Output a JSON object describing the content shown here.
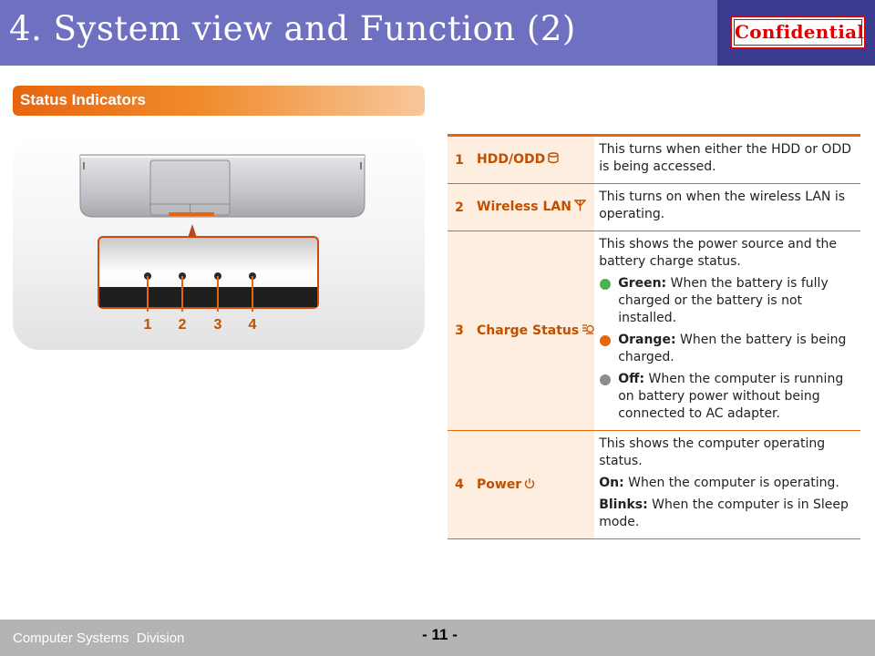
{
  "header": {
    "title": "4. System view and Function (2)",
    "confidential_label": "Confidential"
  },
  "section": {
    "title": "Status Indicators"
  },
  "illustration": {
    "callout_numbers": [
      "1",
      "2",
      "3",
      "4"
    ]
  },
  "indicators": [
    {
      "num": "1",
      "name": "HDD/ODD",
      "icon": "hdd-icon",
      "description": "This turns when either the HDD or ODD is being accessed."
    },
    {
      "num": "2",
      "name": "Wireless LAN",
      "icon": "wireless-antenna-icon",
      "description": "This turns on when the wireless LAN is operating."
    },
    {
      "num": "3",
      "name": "Charge Status",
      "icon": "battery-charge-icon",
      "description": "This shows the power source and the battery charge status.",
      "states": [
        {
          "color_name": "Green:",
          "color": "#4caf50",
          "text": "When the battery is fully charged or the battery is not installed."
        },
        {
          "color_name": "Orange:",
          "color": "#e8650e",
          "text": "When the battery is being charged."
        },
        {
          "color_name": "Off:",
          "color": "#8c8c8c",
          "text": "When the computer is running on battery power without being connected to AC adapter."
        }
      ]
    },
    {
      "num": "4",
      "name": "Power",
      "icon": "power-icon",
      "description": "This shows the computer operating status.",
      "states": [
        {
          "label": "On:",
          "text": "When the computer is operating."
        },
        {
          "label": "Blinks:",
          "text": "When the computer is in Sleep mode."
        }
      ]
    }
  ],
  "footer": {
    "division": "Computer Systems  Division",
    "page": "- 11 -"
  },
  "colors": {
    "header_bg": "#7070c0",
    "accent": "#e8650e",
    "confidential": "#e00000",
    "footer_bg": "#b4b4b4"
  }
}
